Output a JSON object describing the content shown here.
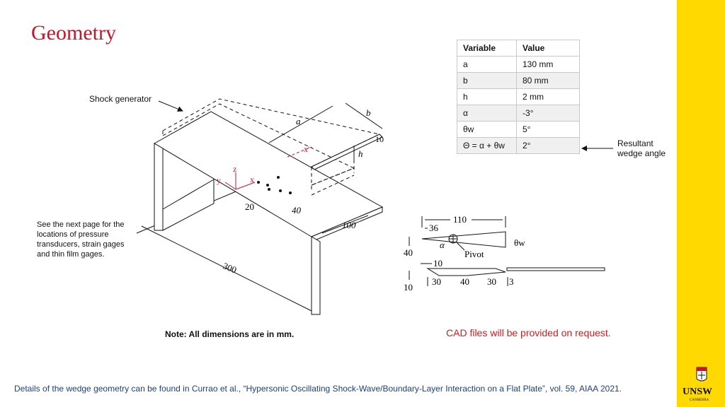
{
  "slide": {
    "title": "Geometry",
    "note": "Note: All dimensions are in mm.",
    "cad_note": "CAD files will be provided on request.",
    "footer": "Details of the wedge geometry can be found in Currao et al., “Hypersonic Oscillating Shock-Wave/Boundary-Layer Interaction on a Flat Plate”, vol. 59, AIAA 2021."
  },
  "table": {
    "headers": [
      "Variable",
      "Value"
    ],
    "rows": [
      {
        "var": "a",
        "val": "130 mm"
      },
      {
        "var": "b",
        "val": "80 mm"
      },
      {
        "var": "h",
        "val": "2 mm"
      },
      {
        "var": "α",
        "val": "-3°"
      },
      {
        "var": "θw",
        "val": "5°"
      },
      {
        "var": "Θ = α + θw",
        "val": "2°"
      }
    ]
  },
  "callouts": {
    "shock_generator": "Shock generator",
    "see_next_page": "See the next page for the locations of pressure transducers, strain gages and thin film gages.",
    "resultant_line1": "Resultant",
    "resultant_line2": "wedge angle"
  },
  "diagram_labels": {
    "a": "a",
    "b": "b",
    "h": "h",
    "ten": "10",
    "twenty": "20",
    "forty": "40",
    "hundred": "100",
    "three_hundred": "300",
    "x_axis": "x",
    "y_axis": "y",
    "z_axis": "z",
    "x_prime": "x'"
  },
  "wedge_labels": {
    "d110": "110",
    "d36": "36",
    "d40": "40",
    "d10a": "10",
    "d10b": "10",
    "d30a": "30",
    "d40b": "40",
    "d30b": "30",
    "d3": "3",
    "alpha": "α",
    "theta_w": "θw",
    "pivot": "Pivot"
  },
  "logo": {
    "text": "UNSW",
    "subtext": "CANBERRA"
  },
  "colors": {
    "accent": "#c0182b",
    "sidebar": "#ffd900",
    "cad": "#d81b1b",
    "footer": "#1f3f7a"
  }
}
